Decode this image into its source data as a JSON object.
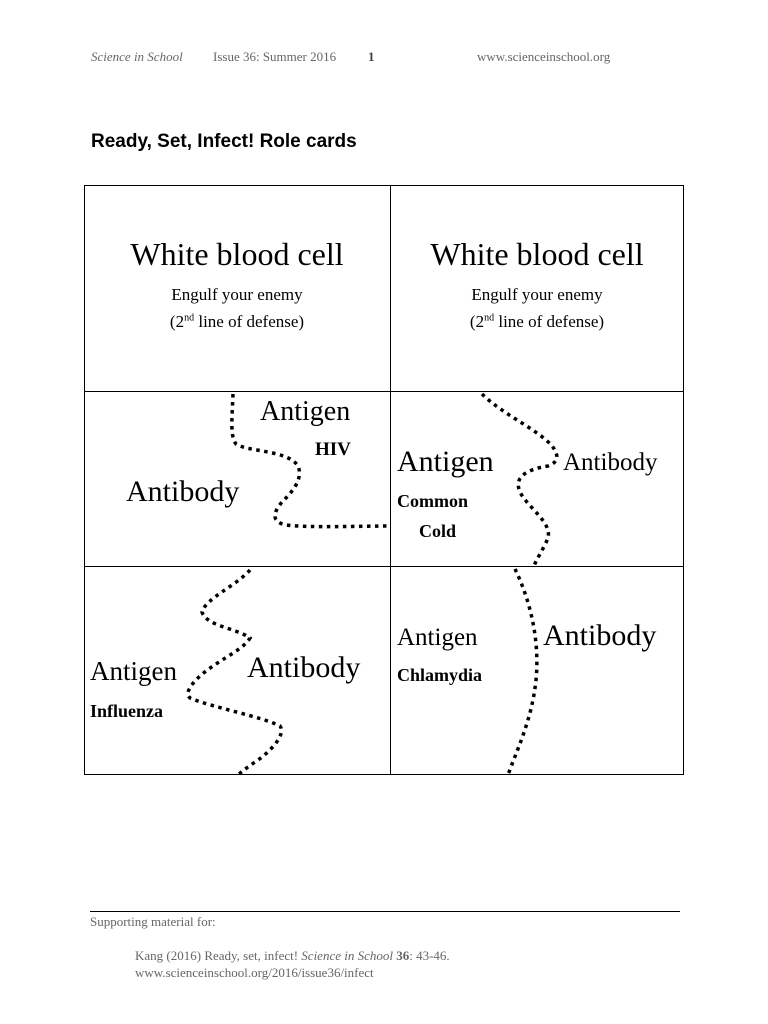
{
  "header": {
    "journal": "Science in School",
    "issue": "Issue 36: Summer 2016",
    "page": "1",
    "url": "www.scienceinschool.org"
  },
  "title": "Ready, Set, Infect! Role cards",
  "cards": {
    "wbc_title": "White blood cell",
    "wbc_line1": "Engulf your enemy",
    "wbc_line2_pre": "(2",
    "wbc_line2_sup": "nd",
    "wbc_line2_post": " line of defense)",
    "antigen": "Antigen",
    "antibody": "Antibody",
    "hiv": "HIV",
    "common": "Common",
    "cold": "Cold",
    "influenza": "Influenza",
    "chlamydia": "Chlamydia"
  },
  "footer": {
    "supporting": "Supporting material for:",
    "citation_pre": "Kang (2016) Ready, set, infect! ",
    "citation_journal": "Science in School",
    "citation_vol": " 36",
    "citation_post": ": 43-46.",
    "link": "www.scienceinschool.org/2016/issue36/infect"
  }
}
